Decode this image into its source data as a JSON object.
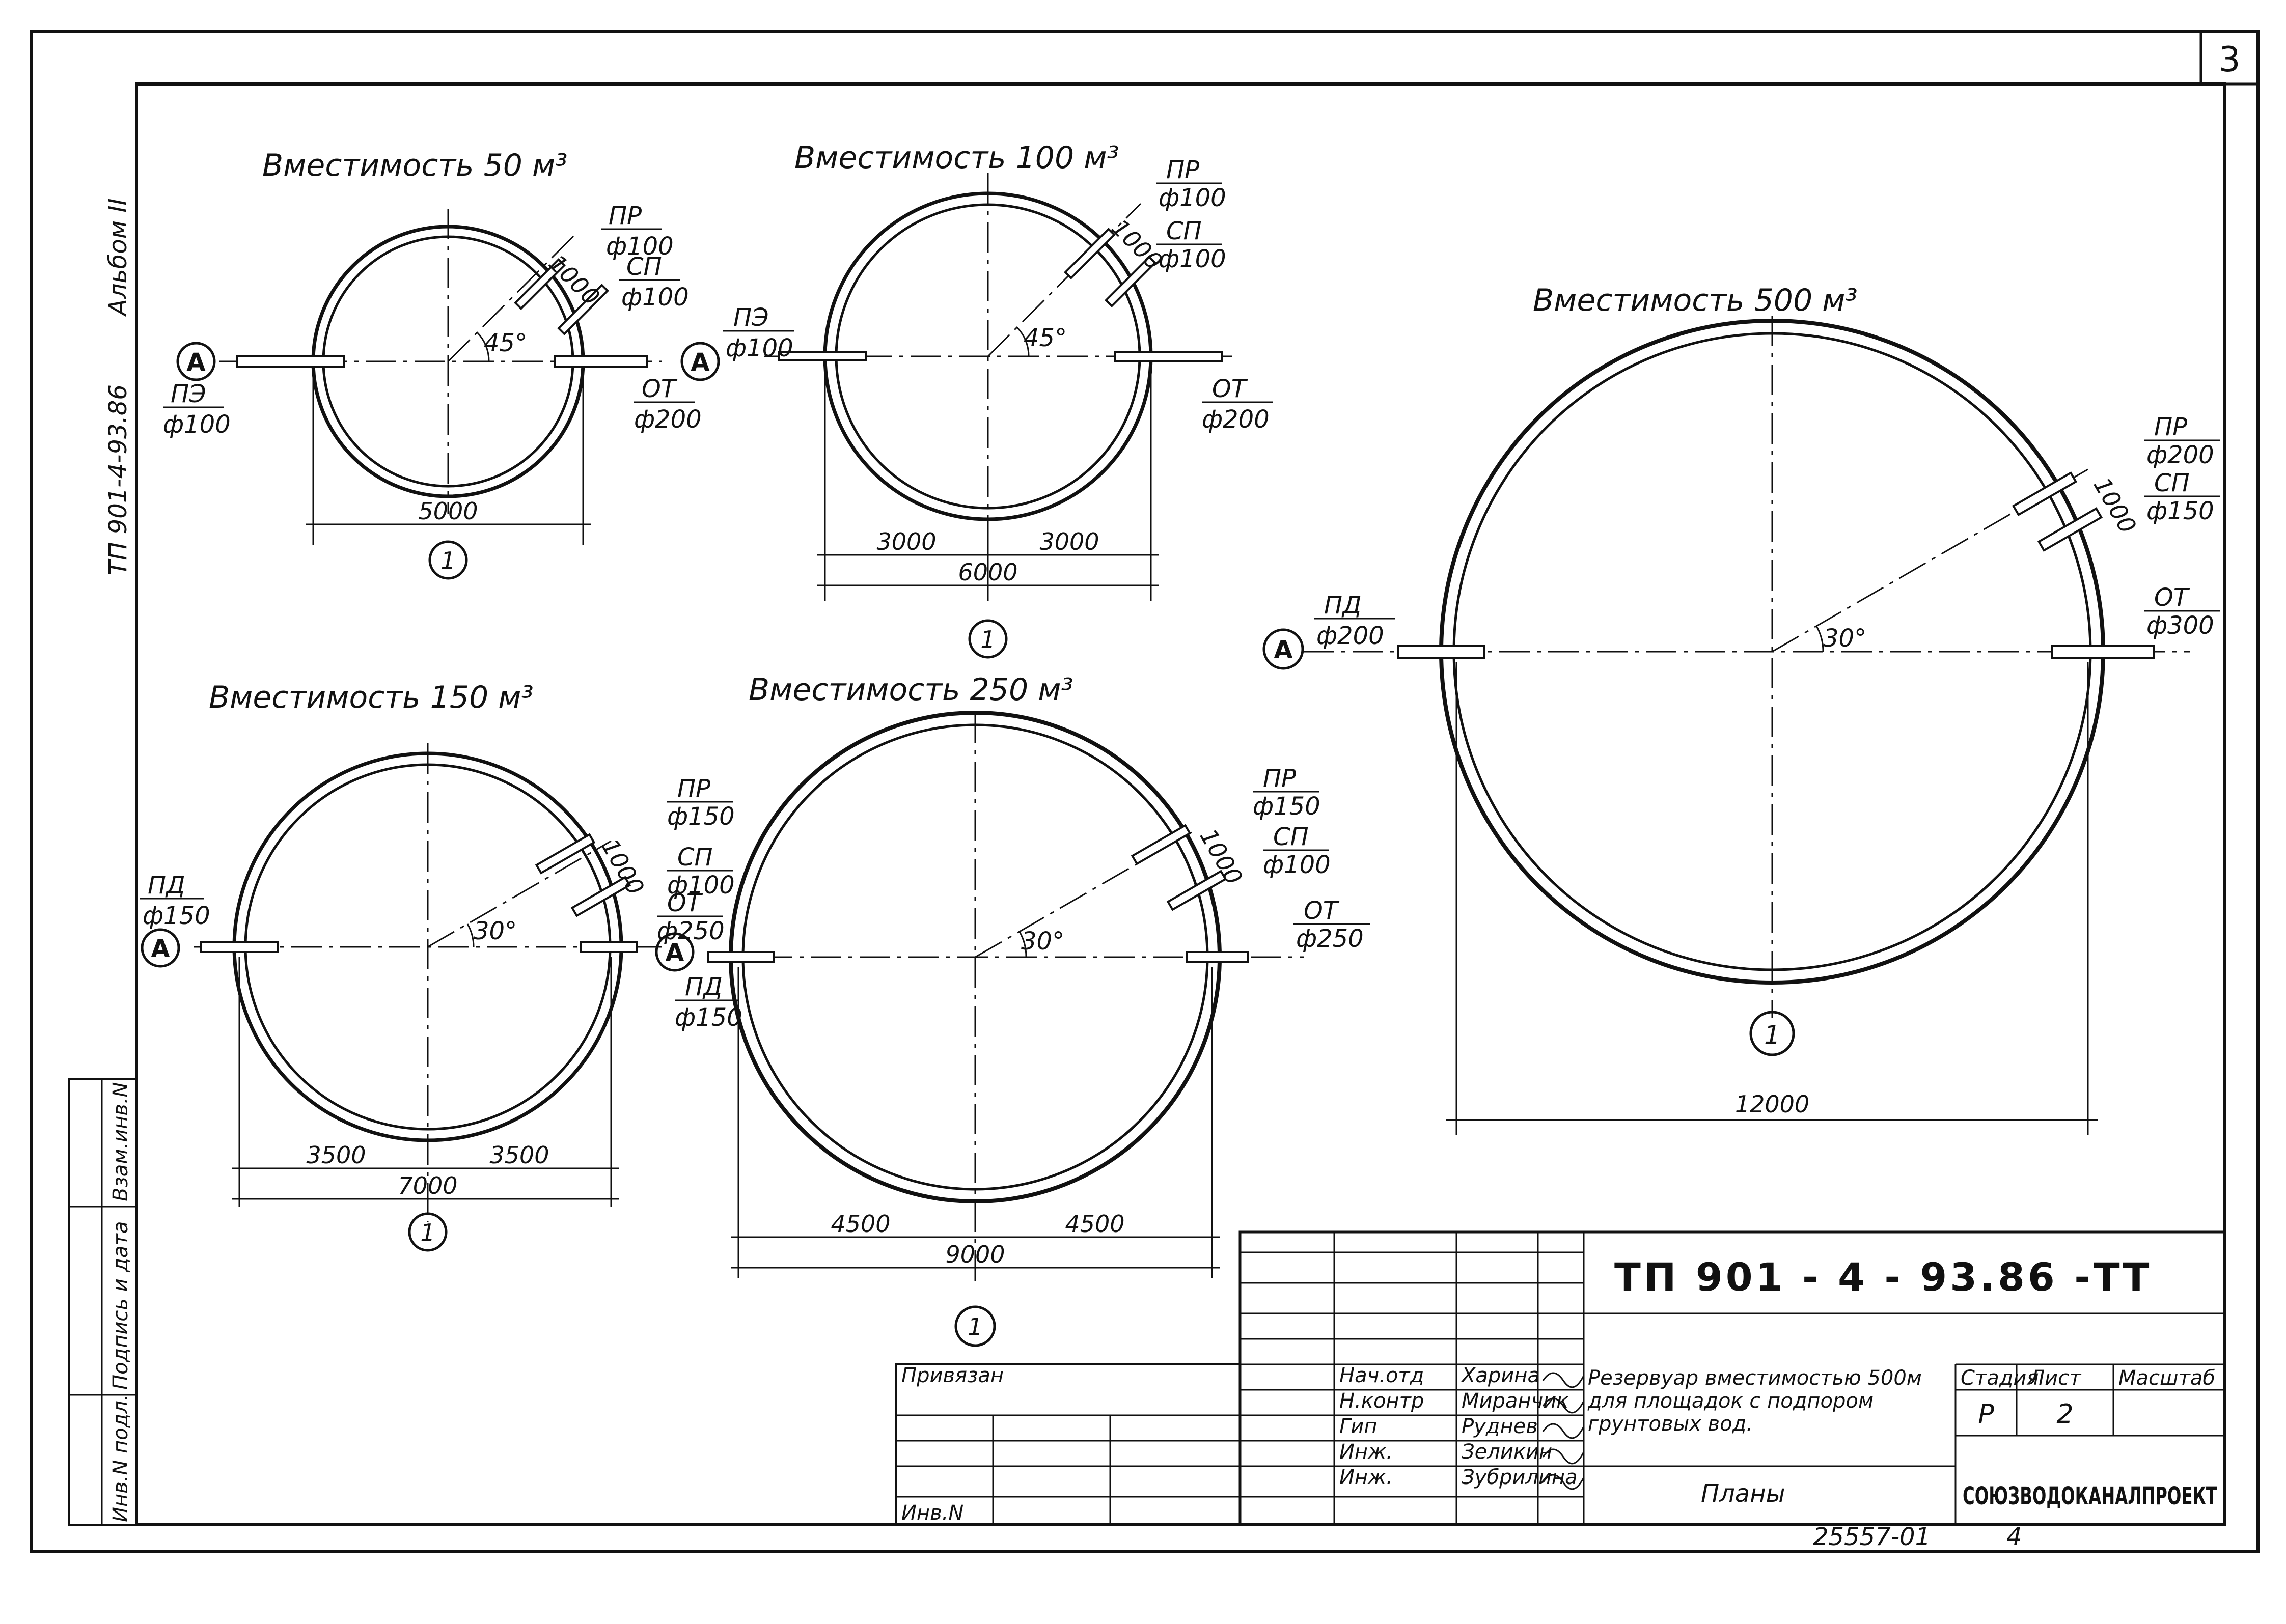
{
  "sheet_number": "3",
  "side_stamp": {
    "code": "ТП 901-4-93.86",
    "album": "Альбом II"
  },
  "side_columns": [
    "Взам.инв.N",
    "Подпись и дата",
    "Инв.N подл."
  ],
  "reservoirs": [
    {
      "title": "Вместимость 50 м³",
      "angle": "45°",
      "axis_mark": "1",
      "dims": {
        "total": "5000"
      },
      "nozzles": [
        {
          "label": "ПЭ",
          "dia": "ф100"
        },
        {
          "label": "ПР",
          "dia": "ф100"
        },
        {
          "label": "СП",
          "dia": "ф100"
        },
        {
          "label": "ОТ",
          "dia": "ф200"
        }
      ],
      "spacing": "1000",
      "section_mark": "А"
    },
    {
      "title": "Вместимость 100 м³",
      "angle": "45°",
      "axis_mark": "1",
      "dims": {
        "half_left": "3000",
        "half_right": "3000",
        "total": "6000"
      },
      "nozzles": [
        {
          "label": "ПЭ",
          "dia": "ф100"
        },
        {
          "label": "ПР",
          "dia": "ф100"
        },
        {
          "label": "СП",
          "dia": "ф100"
        },
        {
          "label": "ОТ",
          "dia": "ф200"
        }
      ],
      "spacing": "1000",
      "section_mark": "А"
    },
    {
      "title": "Вместимость 500 м³",
      "angle": "30°",
      "axis_mark": "1",
      "dims": {
        "total": "12000"
      },
      "nozzles": [
        {
          "label": "ПД",
          "dia": "ф200"
        },
        {
          "label": "ПР",
          "dia": "ф200"
        },
        {
          "label": "СП",
          "dia": "ф150"
        },
        {
          "label": "ОТ",
          "dia": "ф300"
        }
      ],
      "spacing": "1000",
      "section_mark": "А"
    },
    {
      "title": "Вместимость 150 м³",
      "angle": "30°",
      "axis_mark": "1",
      "dims": {
        "half_left": "3500",
        "half_right": "3500",
        "total": "7000"
      },
      "nozzles": [
        {
          "label": "ПД",
          "dia": "ф150"
        },
        {
          "label": "ПР",
          "dia": "ф150"
        },
        {
          "label": "СП",
          "dia": "ф100"
        },
        {
          "label": "ОТ",
          "dia": "ф250"
        }
      ],
      "spacing": "1000",
      "section_mark": "А"
    },
    {
      "title": "Вместимость 250 м³",
      "angle": "30°",
      "axis_mark": "1",
      "dims": {
        "half_left": "4500",
        "half_right": "4500",
        "total": "9000"
      },
      "nozzles": [
        {
          "label": "ПД",
          "dia": "ф150"
        },
        {
          "label": "ПР",
          "dia": "ф150"
        },
        {
          "label": "СП",
          "dia": "ф100"
        },
        {
          "label": "ОТ",
          "dia": "ф250"
        }
      ],
      "spacing": "1000",
      "section_mark": "А"
    }
  ],
  "title_block": {
    "code": "ТП 901 - 4 - 93.86 -ТТ",
    "description": [
      "Резервуар вместимостью 500м",
      "для площадок с подпором",
      "грунтовых вод."
    ],
    "sheet_title": "Планы",
    "org": "СОЮЗВОДОКАНАЛПРОЕКТ",
    "header_stage": "Стадия",
    "header_sheet": "Лист",
    "header_sheets": "Масштаб",
    "stage": "Р",
    "sheet": "2",
    "privyazan": "Привязан",
    "inv": "Инв.N",
    "staff": [
      {
        "role": "Нач.отд",
        "name": "Харина"
      },
      {
        "role": "Н.контр",
        "name": "Миранчик"
      },
      {
        "role": "Гип",
        "name": "Руднев"
      },
      {
        "role": "Инж.",
        "name": "Зеликин"
      },
      {
        "role": "Инж.",
        "name": "Зубрилина"
      }
    ],
    "archive_no": "25557-01",
    "archive_sheet": "4"
  }
}
